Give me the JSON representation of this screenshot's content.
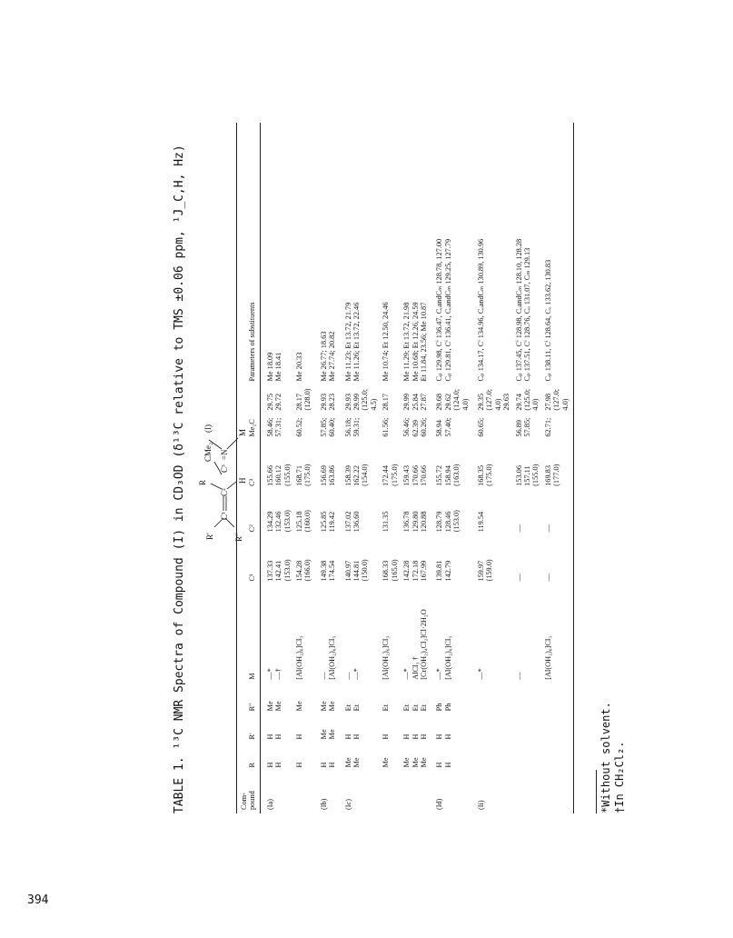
{
  "page": {
    "number": "394",
    "caption": "TABLE 1.  ¹³C NMR Spectra of Compound (I) in CD₃OD (δ¹³C relative to TMS ±0.06 ppm, ¹J_C,H, Hz)"
  },
  "structure": {
    "label_r1": "R'",
    "label_r2": "R''",
    "label_r": "R",
    "label_c1": "C¹",
    "label_c2": "C²",
    "label_c3": "C³",
    "label_h": "H",
    "label_n": "=N",
    "label_cme2": "CMe₂",
    "label_m": "M",
    "label_compound": "(I)"
  },
  "table": {
    "headers": [
      "Com-\npound",
      "R",
      "R'",
      "R''",
      "M",
      "C¹",
      "C²",
      "C³",
      "Me₂C",
      "Parameters of substituents"
    ],
    "rows": [
      [
        "(Ia)",
        "H\nH",
        "H\nH",
        "Me\nMe",
        "—*\n—†",
        "137.33\n142.41\n(153.0)",
        "134.29\n132.46\n(153.0)",
        "155.66\n160.12\n(155.0)",
        "58.46;\n57.31;",
        "29.75\n29.72",
        "Me 18.09\nMe 18.41"
      ],
      [
        "",
        "H",
        "H",
        "Me",
        "[Al(OH₂)₆]Cl₃",
        "154.28\n(166.0)",
        "125.18\n(160.0)",
        "168.71\n(175.0)",
        "60.52;",
        "28.17\n(128.0)",
        "Me 20.33"
      ],
      [
        "(Ib)",
        "H\nH",
        "Me\nMe",
        "Me\nMe",
        "—\n[Al(OH₂)₆]Cl₃",
        "149.38\n174.54",
        "125.85\n119.42",
        "156.69\n163.86",
        "57.85;\n60.40;",
        "29.93\n28.23",
        "Me 26.77; 18.63\nMe 27.74; 20.82"
      ],
      [
        "(Ic)",
        "Me\nMe",
        "H\nH",
        "Et\nEt",
        "—\n—*",
        "140.97\n144.81\n(150.0)",
        "137.02\n136.60",
        "158.39\n162.22\n(154.0)",
        "56.18;\n59.31;",
        "29.93\n29.99\n(125.0; 4.5)",
        "Me 11.23; Et 13.72, 21.79\nMe 11.26; Et 13.72, 22.46"
      ],
      [
        "",
        "Me",
        "H",
        "Et",
        "[Al(OH₂)₆]Cl₃",
        "168.33\n(165.0)",
        "131.35",
        "172.44\n(175.0)",
        "61.56;",
        "28.17",
        "Me 10.74; Et 12.50, 24.46"
      ],
      [
        "",
        "Me\nMe\nMe",
        "H\nH\nH",
        "Et\nEt\nEt",
        "—*\nAlCl₃ †\n[Cr(OH₂)₄Cl₂]Cl·2H₂O",
        "142.28\n172.18\n167.99",
        "136.78\n129.80\n120.88",
        "159.43\n170.66\n170.66",
        "56.46;\n62.39\n60.26;",
        "29.99\n25.84\n27.87",
        "Me 11.29; Et 13.72, 21.98\nMe 10.68; Et 12.26, 24.59\nEt 11.84, 23.56; Me 10.87"
      ],
      [
        "(Id)",
        "H\nH",
        "H\nH",
        "Ph\nPh",
        "—*\n[Al(OH₂)₆]Cl₃",
        "139.81\n142.79",
        "128.79\n128.46\n(153.0)",
        "155.72\n158.94\n(163.0)",
        "58.94\n57.40;",
        "29.68\n29.62\n(124.0; 4.0)",
        "Cₚ 129.98, Cⁱ 136.47, CₒandCₘ 128.78, 127.00\nCₚ 129.81, Cⁱ 136.41, CₒandCₘ 129.25, 127.79"
      ],
      [
        "(Ii)",
        "",
        "",
        "",
        "—*",
        "159.97\n(159.0)",
        "119.54",
        "168.35\n(175.0)",
        "60.65;",
        "29.35\n(127.0; 4.0)\n29.63",
        "Cₚ 134.17, Cⁱ 134.96, CₒandCₘ 130.89, 130.96"
      ],
      [
        "",
        "",
        "",
        "",
        "—",
        "—",
        "—",
        "153.06\n157.11\n(155.0)",
        "56.89\n57.85;",
        "29.74\n(125.0; 4.0)",
        "Cₚ 137.45, Cⁱ 128.98, CₒandCₘ 128.10, 128.28\nCₚ 137.51, Cⁱ 128.76, Cₒ 131.07, Cₘ 129.13"
      ],
      [
        "",
        "",
        "",
        "",
        "[Al(OH₂)₆]Cl₃",
        "—",
        "—",
        "169.83\n(177.0)",
        "62.71;",
        "27.98\n(127.0; 4.0)",
        "Cₚ 138.11, Cⁱ 128.64, Cₒ 133.62, 130.83"
      ]
    ]
  },
  "footnotes": [
    "*Without solvent.",
    "†In CH₂Cl₂."
  ]
}
